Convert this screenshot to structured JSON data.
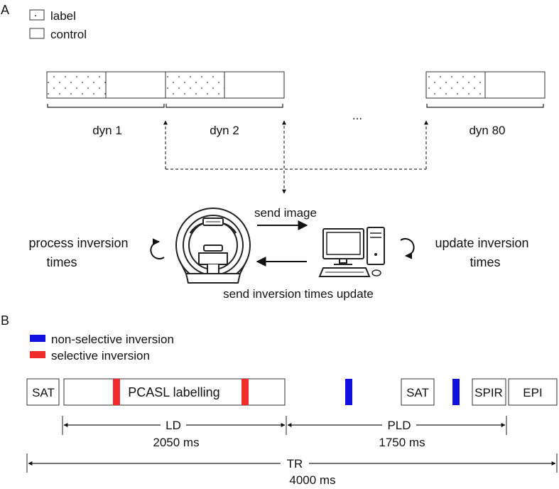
{
  "panel_a": {
    "label": "A",
    "legend": {
      "label": "label",
      "control": "control"
    },
    "dynamics": [
      "dyn 1",
      "dyn 2",
      "...",
      "dyn 80"
    ],
    "send_image": "send image",
    "send_update": "send inversion times update",
    "process": [
      "process inversion",
      "times"
    ],
    "update": [
      "update inversion",
      "times"
    ]
  },
  "panel_b": {
    "label": "B",
    "legend": {
      "non_selective": "non-selective inversion",
      "selective": "selective inversion"
    },
    "blocks": {
      "sat1": "SAT",
      "pcasl": "PCASL labelling",
      "sat2": "SAT",
      "spir": "SPIR",
      "epi": "EPI"
    },
    "ld": {
      "name": "LD",
      "value": "2050 ms"
    },
    "pld": {
      "name": "PLD",
      "value": "1750 ms"
    },
    "tr": {
      "name": "TR",
      "value": "4000 ms"
    },
    "colors": {
      "non_selective": "#1010e0",
      "selective": "#ef2b2b"
    }
  }
}
